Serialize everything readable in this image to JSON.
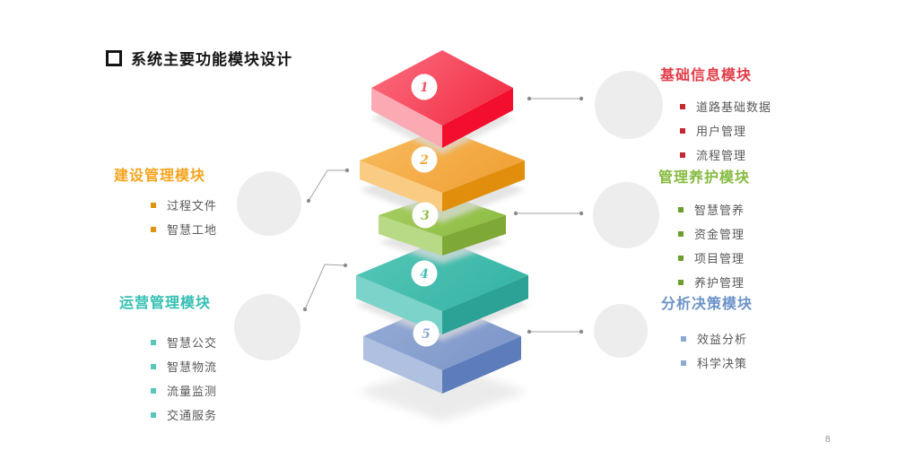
{
  "slide": {
    "title": "系统主要功能模块设计",
    "page_number": "8"
  },
  "stack": {
    "layers": [
      {
        "number": "1",
        "color_top_light": "#FC7081",
        "color_top_dark": "#F23349",
        "color_left": "#FBAAB4",
        "color_right": "#F40E2E",
        "number_color": "#EF5666"
      },
      {
        "number": "2",
        "color_top_light": "#F9BC60",
        "color_top_dark": "#F1A238",
        "color_left": "#FACB82",
        "color_right": "#E18E0C",
        "number_color": "#F0A439"
      },
      {
        "number": "3",
        "color_top_light": "#A8CF64",
        "color_top_dark": "#8FBE45",
        "color_left": "#B8D985",
        "color_right": "#7FA937",
        "number_color": "#90BE4C"
      },
      {
        "number": "4",
        "color_top_light": "#57C8B8",
        "color_top_dark": "#38B5A6",
        "color_left": "#7BD3C9",
        "color_right": "#2BA295",
        "number_color": "#45BFB1"
      },
      {
        "number": "5",
        "color_top_light": "#97ACD6",
        "color_top_dark": "#7F98CA",
        "color_left": "#AFC0E1",
        "color_right": "#5D7CBB",
        "number_color": "#8BA3D1"
      }
    ]
  },
  "modules": {
    "right": [
      {
        "title": "基础信息模块",
        "color": "#E23B47",
        "bullet_color": "#C02A30",
        "items": [
          "道路基础数据",
          "用户管理",
          "流程管理"
        ]
      },
      {
        "title": "管理养护模块",
        "color": "#85BB3F",
        "bullet_color": "#6D9F2F",
        "items": [
          "智慧管养",
          "资金管理",
          "项目管理",
          "养护管理"
        ]
      },
      {
        "title": "分析决策模块",
        "color": "#6C93C9",
        "bullet_color": "#8AAAD2",
        "items": [
          "效益分析",
          "科学决策"
        ]
      }
    ],
    "left": [
      {
        "title": "建设管理模块",
        "color": "#F5A41F",
        "bullet_color": "#E0930F",
        "items": [
          "过程文件",
          "智慧工地"
        ]
      },
      {
        "title": "运营管理模块",
        "color": "#35BFB3",
        "bullet_color": "#57C7BD",
        "items": [
          "智慧公交",
          "智慧物流",
          "流量监测",
          "交通服务"
        ]
      }
    ],
    "item_text_color": "#595959"
  }
}
